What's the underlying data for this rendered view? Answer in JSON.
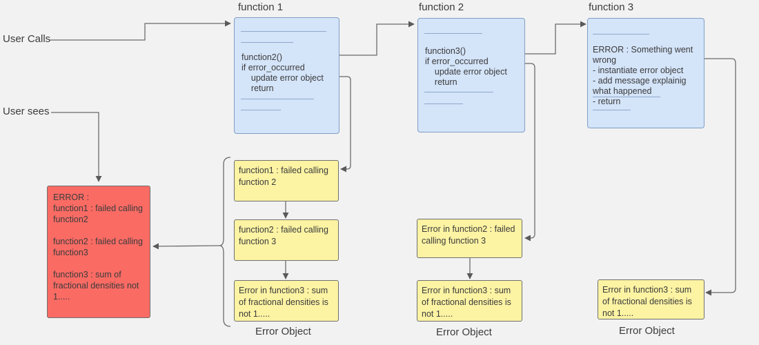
{
  "diagram": {
    "title_labels": {
      "function1": "function 1",
      "function2": "function 2",
      "function3": "function 3"
    },
    "side_labels": {
      "user_calls": "User Calls",
      "user_sees": "User sees"
    },
    "captions": {
      "error_object_1": "Error Object",
      "error_object_2": "Error Object",
      "error_object_3": "Error Object"
    },
    "function_boxes": [
      {
        "name": "function 1",
        "code": "function2()\nif error_occurred\n    update error object\n    return"
      },
      {
        "name": "function 2",
        "code": "function3()\nif error_occurred\n    update error object\n    return"
      },
      {
        "name": "function 3",
        "code": "ERROR : Something went wrong\n- instantiate error object\n- add message explainig what happened\n- return"
      }
    ],
    "error_object_column_1": [
      "function1 : failed calling function 2",
      "function2 : failed calling function 3",
      "Error in function3 : sum of fractional densities is not 1....."
    ],
    "error_object_column_2": [
      "Error in function2 : failed calling function 3",
      "Error in function3 : sum of fractional densities is not 1....."
    ],
    "error_object_column_3": [
      "Error in function3 : sum of fractional densities is not 1....."
    ],
    "user_error_box": {
      "header": "ERROR :",
      "line1": "function1 : failed calling function2",
      "line2": "function2 : failed calling function3",
      "line3": "function3 : sum of fractional densities not 1....."
    },
    "colors": {
      "background": "#f2f2f2",
      "function_fill": "#d4e4f9",
      "function_stroke": "#7f9ec4",
      "error_object_fill": "#fcf3a3",
      "error_object_stroke": "#6f6f6f",
      "user_error_fill": "#fa6b64",
      "connector_stroke": "#6a6a6a",
      "text": "#3b3b3b"
    }
  }
}
